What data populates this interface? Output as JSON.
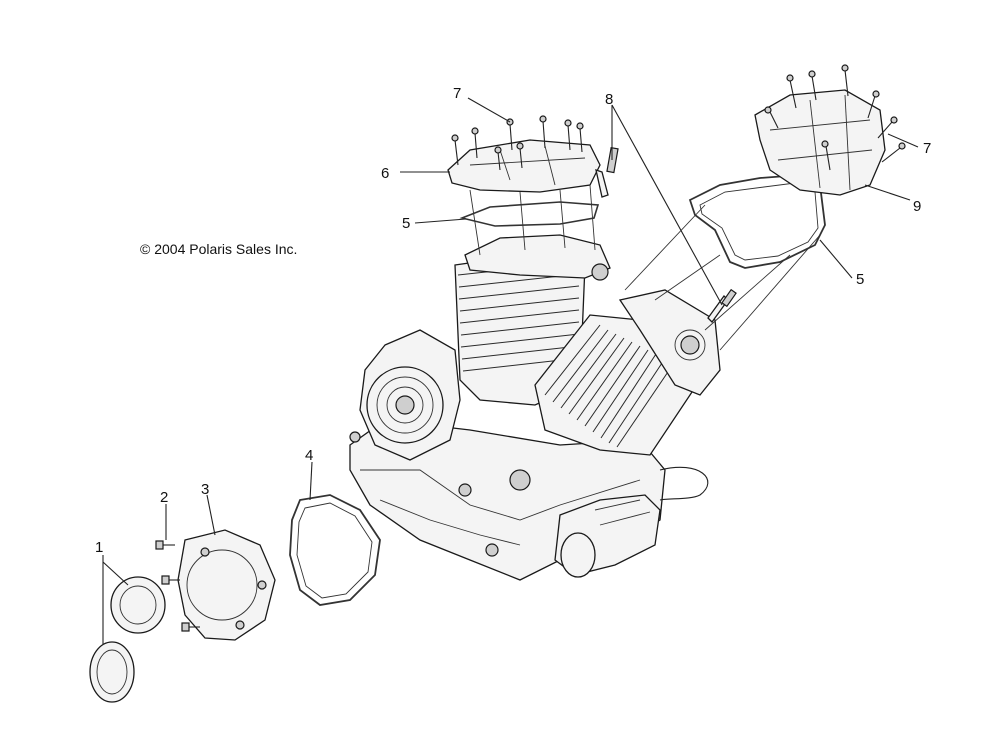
{
  "copyright": "© 2004 Polaris Sales Inc.",
  "callouts": {
    "c1": "1",
    "c2": "2",
    "c3": "3",
    "c4": "4",
    "c5a": "5",
    "c5b": "5",
    "c6": "6",
    "c7a": "7",
    "c7b": "7",
    "c8": "8",
    "c9": "9"
  }
}
